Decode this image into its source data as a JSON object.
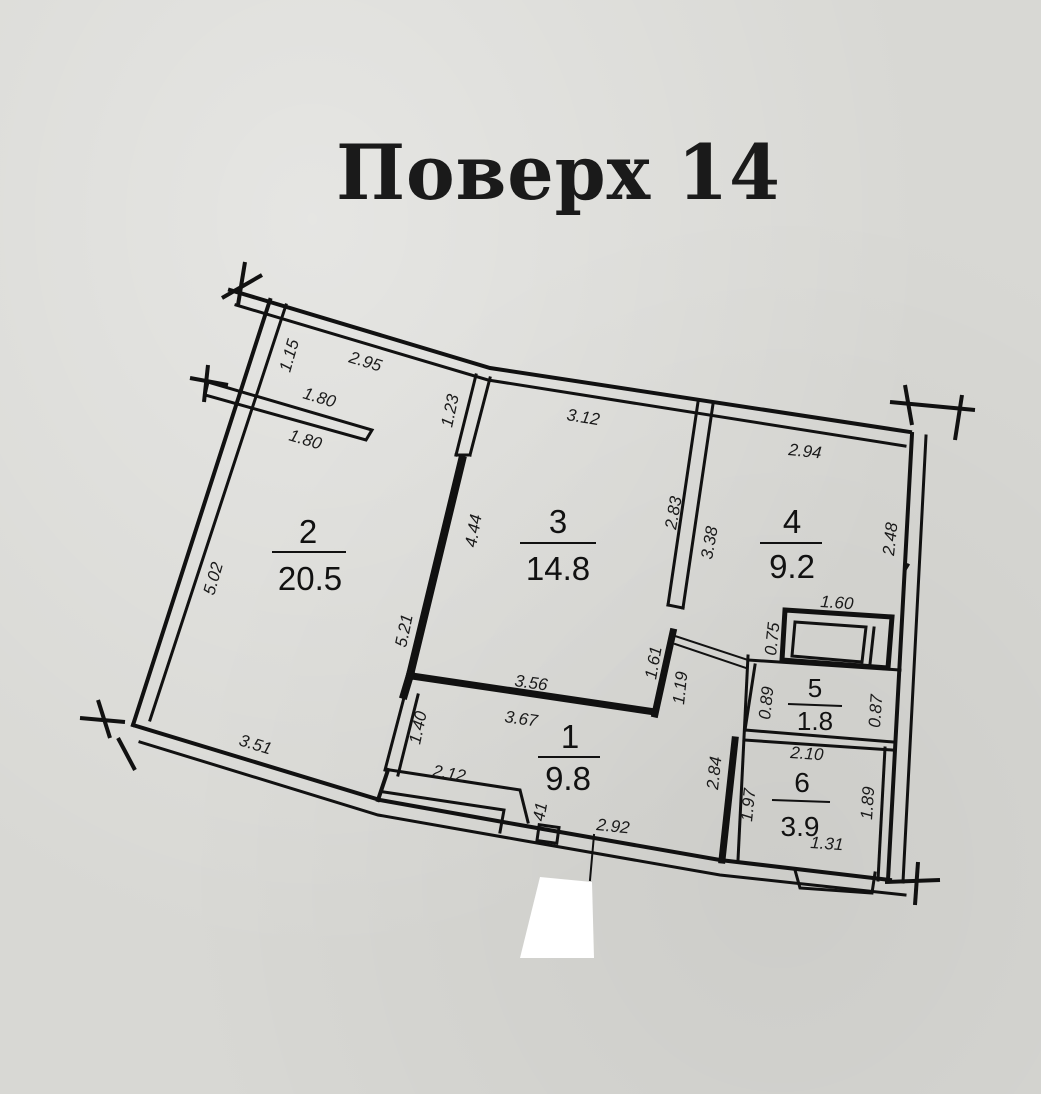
{
  "title": "Поверх 14",
  "rooms": [
    {
      "number": "1",
      "area": "9.8"
    },
    {
      "number": "2",
      "area": "20.5"
    },
    {
      "number": "3",
      "area": "14.8"
    },
    {
      "number": "4",
      "area": "9.2"
    },
    {
      "number": "5",
      "area": "1.8"
    },
    {
      "number": "6",
      "area": "3.9"
    }
  ],
  "dimensions": {
    "d_1_15": "1.15",
    "d_2_95": "2.95",
    "d_1_80_a": "1.80",
    "d_1_80_b": "1.80",
    "d_1_23": "1.23",
    "d_3_12": "3.12",
    "d_2_94": "2.94",
    "d_5_02": "5.02",
    "d_4_44": "4.44",
    "d_2_83": "2.83",
    "d_3_38": "3.38",
    "d_2_48": "2.48",
    "d_5_21": "5.21",
    "d_1_60": "1.60",
    "d_0_75": "0.75",
    "d_1_61": "1.61",
    "d_1_19": "1.19",
    "d_3_56": "3.56",
    "d_3_67": "3.67",
    "d_0_89": "0.89",
    "d_0_87": "0.87",
    "d_1_40": "1.40",
    "d_3_51": "3.51",
    "d_2_10": "2.10",
    "d_2_84": "2.84",
    "d_1_97": "1.97",
    "d_1_89": "1.89",
    "d_2_12": "2.12",
    "d_41": "41",
    "d_2_92": "2.92",
    "d_1_31": "1.31"
  }
}
